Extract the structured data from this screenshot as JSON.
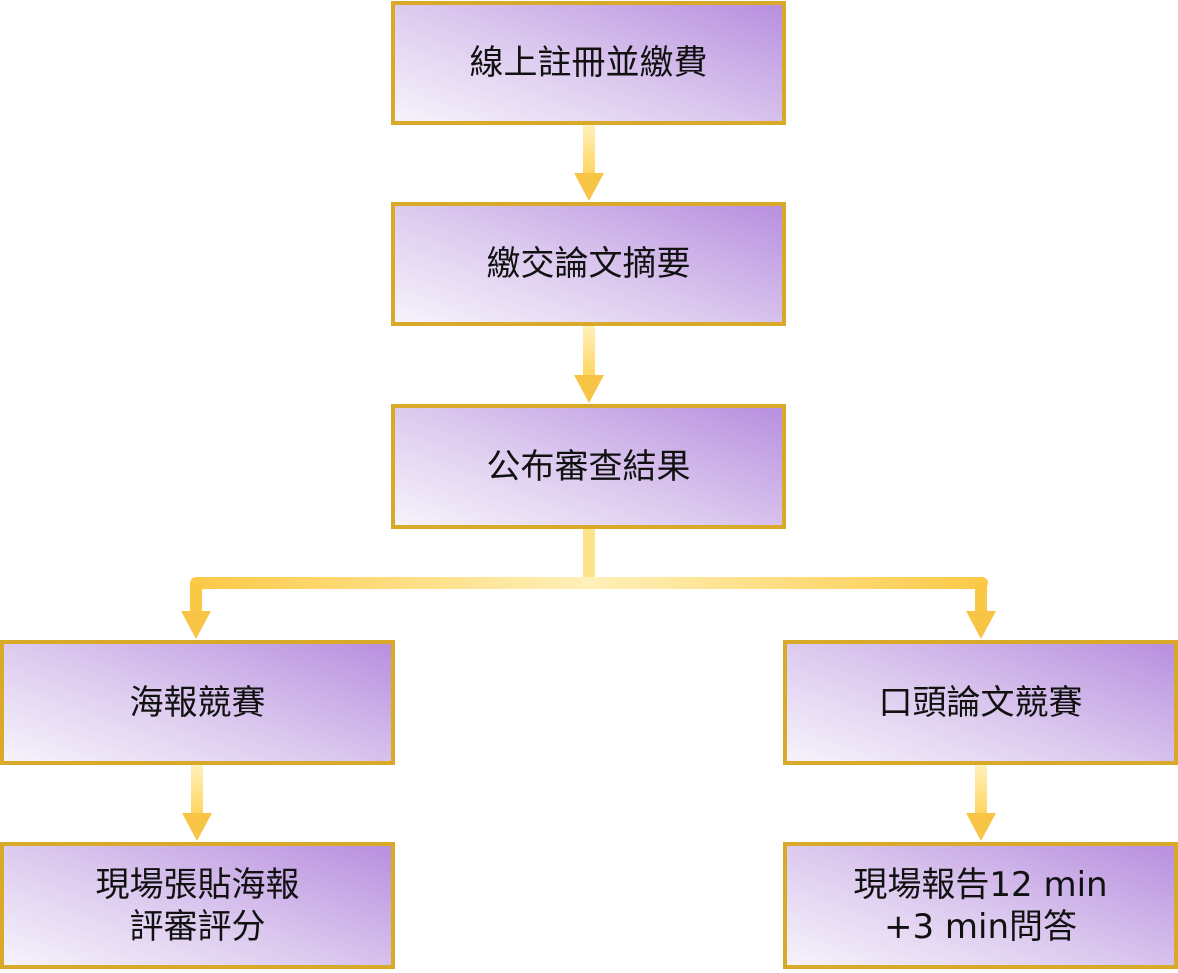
{
  "flowchart": {
    "step_register": "線上註冊並繳費",
    "step_abstract": "繳交論文摘要",
    "step_review": "公布審查結果",
    "branch_poster": "海報競賽",
    "branch_oral": "口頭論文競賽",
    "detail_poster": [
      "現場張貼海報",
      "評審評分"
    ],
    "detail_oral": [
      "現場報告12 min",
      "+3 min問答"
    ]
  },
  "colors": {
    "box_border": "#d9a92a",
    "box_gradient_light": "#f6f3fb",
    "box_gradient_dark": "#b88fdf",
    "connector": "#ffd561",
    "arrow_head": "#f8c445"
  }
}
